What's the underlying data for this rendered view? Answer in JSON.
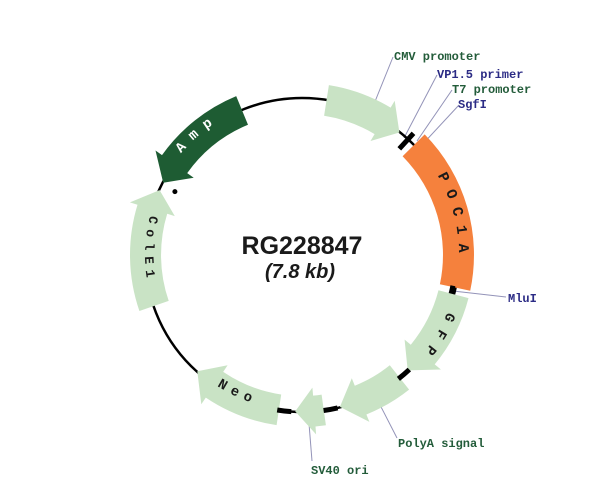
{
  "map": {
    "title": "RG228847",
    "size_label": "(7.8 kb)",
    "colors": {
      "lightGreen": "#c9e3c5",
      "darkGreen": "#1e5c33",
      "orange": "#f5813d",
      "navy": "#2b2b85",
      "greenLabel": "#235c3a",
      "ink": "#1a1a1a",
      "backbone": "#000000",
      "leader": "#9393b8",
      "white": "#ffffff"
    },
    "callouts": {
      "cmv_promoter": "CMV promoter",
      "vp15_primer": "VP1.5 primer",
      "t7_promoter": "T7 promoter",
      "sgfi": "SgfI",
      "mlui": "MluI",
      "polya_signal": "PolyA signal",
      "sv40_ori": "SV40 ori"
    },
    "features": [
      {
        "id": "cmv-promoter",
        "label": "",
        "shape": "arrow",
        "dir": "cw",
        "start": 9,
        "tip": 38.5,
        "head": 7.5,
        "fill": "lightGreen"
      },
      {
        "id": "poc1a",
        "label": "POC1A",
        "shape": "band",
        "start": 45.5,
        "end": 102,
        "fill": "orange",
        "arc": {
          "from": 52,
          "to": 100,
          "sweep": 1,
          "r": 157,
          "size": 15,
          "ls": 9,
          "color": "ink"
        }
      },
      {
        "id": "gfp",
        "label": "GFP",
        "shape": "arrow",
        "dir": "cw",
        "start": 104.5,
        "tip": 137.5,
        "head": 8,
        "fill": "lightGreen",
        "arc": {
          "from": 107,
          "to": 136,
          "sweep": 1,
          "r": 156,
          "size": 14,
          "ls": 10,
          "color": "ink"
        }
      },
      {
        "id": "polya",
        "label": "",
        "shape": "arrow",
        "dir": "cw",
        "start": 141.5,
        "tip": 166,
        "head": 8,
        "fill": "lightGreen"
      },
      {
        "id": "sv40",
        "label": "",
        "shape": "arrow",
        "dir": "cw",
        "start": 172,
        "tip": 182.5,
        "head": 7,
        "fill": "lightGreen"
      },
      {
        "id": "neo",
        "label": "Neo",
        "shape": "arrow",
        "dir": "cw",
        "start": 188.5,
        "tip": 222,
        "head": 8,
        "fill": "lightGreen",
        "arc": {
          "from": 219,
          "to": 191,
          "sweep": 0,
          "r": 156,
          "size": 14,
          "ls": 6,
          "color": "ink"
        }
      },
      {
        "id": "cole1",
        "label": "ColE1",
        "shape": "arrow",
        "dir": "cw",
        "start": 251,
        "tip": 294.5,
        "head": 7.5,
        "fill": "lightGreen",
        "arc": {
          "from": 290,
          "to": 254,
          "sweep": 0,
          "r": 157,
          "size": 13,
          "ls": 6,
          "color": "ink"
        }
      },
      {
        "id": "amp",
        "label": "Amp",
        "shape": "arrow",
        "dir": "ccw",
        "start": 337.5,
        "tip": 297.5,
        "head": 8,
        "fill": "darkGreen",
        "arc": {
          "from": 305,
          "to": 334,
          "sweep": 1,
          "r": 158,
          "size": 14,
          "ls": 9,
          "color": "white"
        }
      }
    ],
    "ticks": [
      {
        "angle": 42.5,
        "type": "radial",
        "r1": 144,
        "r2": 165,
        "w": 5
      },
      {
        "angle": 103,
        "type": "tangential",
        "r": 154,
        "half": 1.5,
        "w": 5
      },
      {
        "angle": 139.5,
        "type": "tangential",
        "r": 157,
        "half": 2.6,
        "w": 5
      },
      {
        "angle": 169.5,
        "type": "tangential",
        "r": 157,
        "half": 2.6,
        "w": 5
      },
      {
        "angle": 186.5,
        "type": "tangential",
        "r": 157,
        "half": 2.6,
        "w": 5
      }
    ],
    "dots": [
      {
        "angle": 296.5,
        "r": 142,
        "radius": 2.5
      }
    ]
  }
}
